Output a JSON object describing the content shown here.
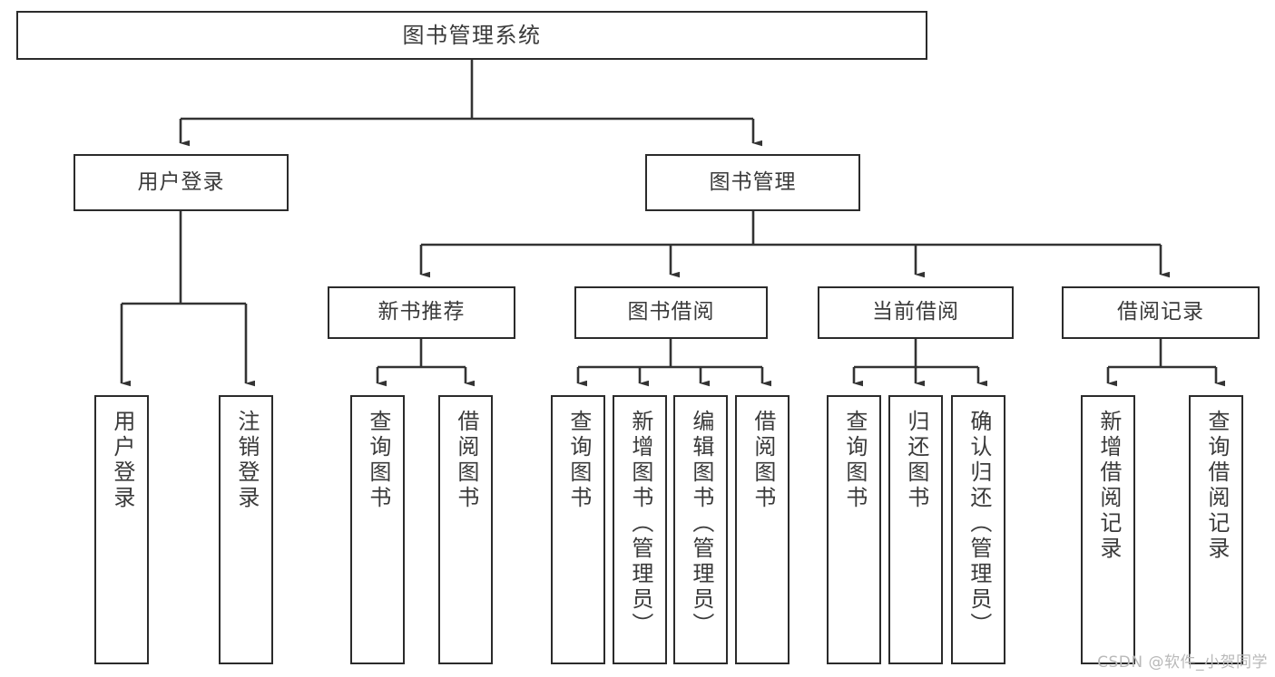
{
  "diagram": {
    "title": "图书管理系统",
    "type": "tree-functional-structure",
    "root": {
      "id": "root",
      "label": "图书管理系统"
    },
    "level2": [
      {
        "id": "user-login",
        "label": "用户登录"
      },
      {
        "id": "book-manage",
        "label": "图书管理"
      }
    ],
    "level3": [
      {
        "id": "new-book-recommend",
        "label": "新书推荐"
      },
      {
        "id": "book-borrow",
        "label": "图书借阅"
      },
      {
        "id": "current-borrow",
        "label": "当前借阅"
      },
      {
        "id": "borrow-record",
        "label": "借阅记录"
      }
    ],
    "leaves": {
      "user_login": [
        {
          "id": "leaf-user-login",
          "label": "用户登录"
        },
        {
          "id": "leaf-logout-login",
          "label": "注销登录"
        }
      ],
      "new_book_recommend": [
        {
          "id": "leaf-query-book-1",
          "label": "查询图书"
        },
        {
          "id": "leaf-borrow-book-1",
          "label": "借阅图书"
        }
      ],
      "book_borrow": [
        {
          "id": "leaf-query-book-2",
          "label": "查询图书"
        },
        {
          "id": "leaf-add-book",
          "label": "新增图书（管理员）"
        },
        {
          "id": "leaf-edit-book",
          "label": "编辑图书（管理员）"
        },
        {
          "id": "leaf-borrow-book-2",
          "label": "借阅图书"
        }
      ],
      "current_borrow": [
        {
          "id": "leaf-query-book-3",
          "label": "查询图书"
        },
        {
          "id": "leaf-return-book",
          "label": "归还图书"
        },
        {
          "id": "leaf-confirm-return",
          "label": "确认归还（管理员）"
        }
      ],
      "borrow_record": [
        {
          "id": "leaf-add-record",
          "label": "新增借阅记录"
        },
        {
          "id": "leaf-query-record",
          "label": "查询借阅记录"
        }
      ]
    }
  },
  "watermark": {
    "text": "CSDN @软件_小贺同学"
  },
  "colors": {
    "border": "#2b2b2b",
    "text": "#3a3a3a",
    "edge": "#333333",
    "background": "#ffffff",
    "watermark": "#b9b9b9"
  }
}
